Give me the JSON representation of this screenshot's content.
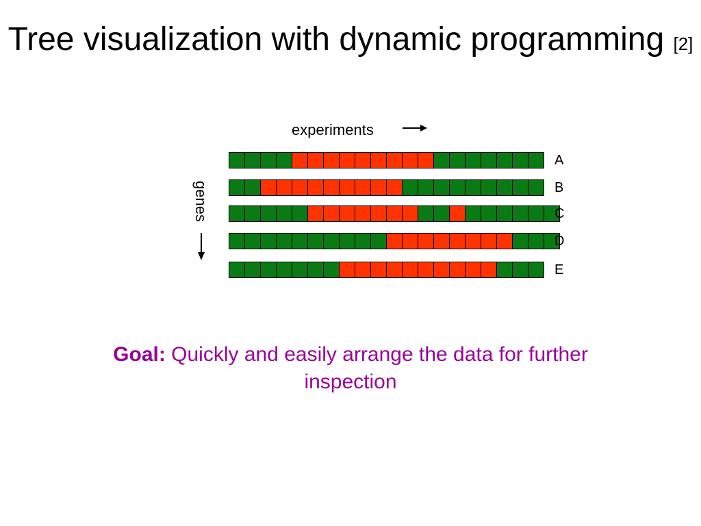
{
  "slide": {
    "title": "Tree visualization with dynamic programming",
    "title_ref": "[2]",
    "axis_experiments": "experiments",
    "axis_genes": "genes",
    "goal_prefix": "Goal:",
    "goal_text": " Quickly and easily arrange the data for further inspection"
  },
  "colors": {
    "on": "#0a7a14",
    "off": "#ff3300",
    "goal": "#990099"
  },
  "matrix": [
    {
      "label": "A",
      "cells": "gggg rrrrrrrrr ggggggg"
    },
    {
      "label": "B",
      "cells": "gg rrrrrrrrr ggggggggg"
    },
    {
      "label": "C",
      "cells": "ggggg rrrrrrr gg r gggggg"
    },
    {
      "label": "D",
      "cells": "gggggggggg rrrrrrrr ggg"
    },
    {
      "label": "E",
      "cells": "ggggggg rrrrrrrrrr ggg"
    }
  ]
}
